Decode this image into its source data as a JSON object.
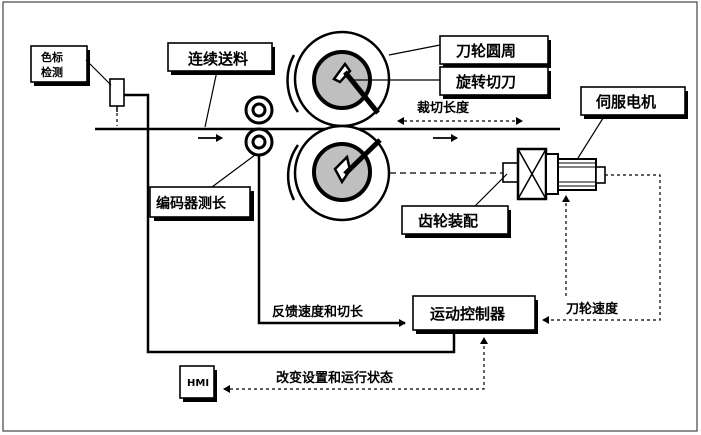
{
  "labels": {
    "color_mark": [
      "色标",
      "检测"
    ],
    "continuous_feed": "连续送料",
    "cutter_circle": "刀轮圆周",
    "rotary_cutter": "旋转切刀",
    "cut_length": "裁切长度",
    "servo_motor": "伺服电机",
    "encoder": "编码器测长",
    "gear_assembly": "齿轮装配",
    "feedback": "反馈速度和切长",
    "motion_controller": "运动控制器",
    "cutter_speed": "刀轮速度",
    "hmi": "HMI",
    "change_settings": "改变设置和运行状态"
  }
}
